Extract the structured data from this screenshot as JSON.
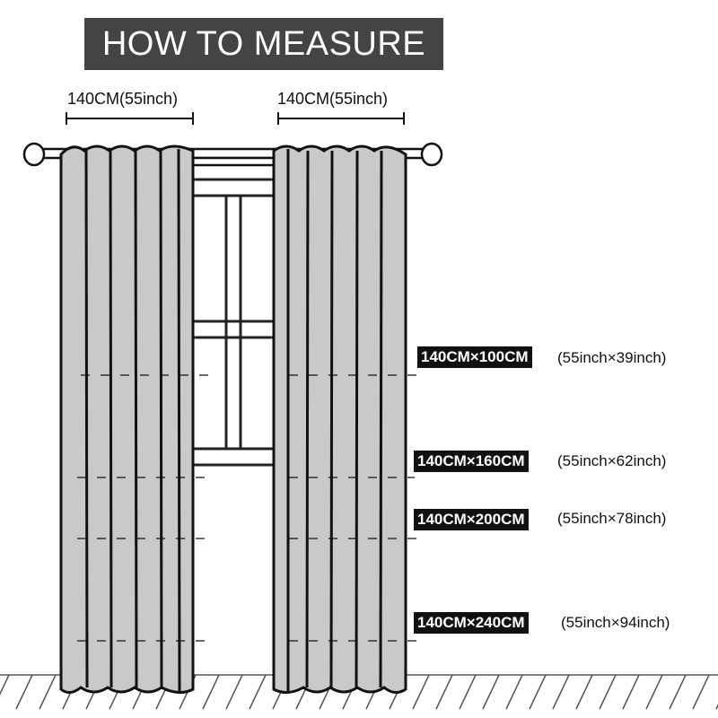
{
  "title": "HOW TO MEASURE",
  "widths": {
    "left": "140CM(55inch)",
    "right": "140CM(55inch)"
  },
  "sizes": [
    {
      "cm": "140CM×100CM",
      "inch": "(55inch×39inch)"
    },
    {
      "cm": "140CM×160CM",
      "inch": "(55inch×62inch)"
    },
    {
      "cm": "140CM×200CM",
      "inch": "(55inch×78inch)"
    },
    {
      "cm": "140CM×240CM",
      "inch": "(55inch×94inch)"
    }
  ],
  "colors": {
    "curtain_fill": "#c9c9c9",
    "outline": "#111111",
    "title_bg": "#444444"
  }
}
